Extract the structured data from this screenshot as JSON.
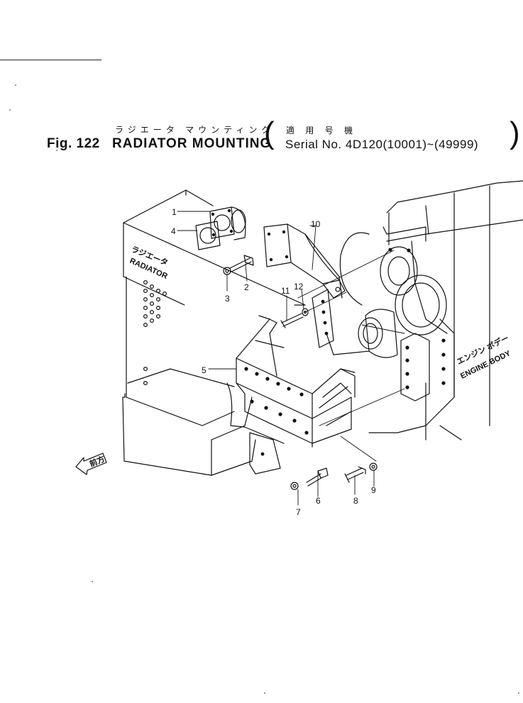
{
  "header": {
    "jp_title": "ラジエータ マウンティング",
    "fig_label": "Fig. 122",
    "title": "RADIATOR MOUNTING",
    "jp_serial": "適 用 号 機",
    "serial": "Serial No. 4D120(10001)~(49999)"
  },
  "labels": {
    "radiator_jp": "ラジエータ",
    "radiator": "RADIATOR",
    "engine_jp": "エンジン ボデー",
    "engine": "ENGINE BODY",
    "front_jp": "前方"
  },
  "callouts": [
    "1",
    "2",
    "3",
    "4",
    "5",
    "6",
    "7",
    "8",
    "9",
    "10",
    "11",
    "12"
  ]
}
